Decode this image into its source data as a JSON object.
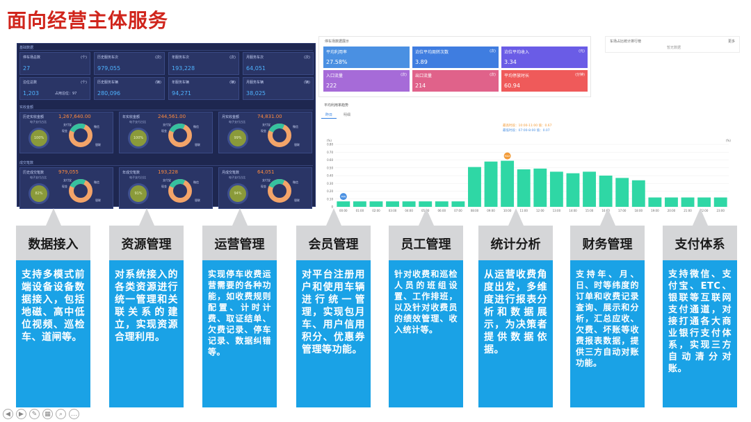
{
  "title": "面向经营主体服务",
  "dashboard": {
    "section_basic": "基础数据",
    "section_income": "实收金额",
    "section_orders": "成交笔数",
    "kpis": [
      {
        "label": "停车场总数",
        "unit": "(个)",
        "value": "27"
      },
      {
        "label": "历史服务车次",
        "unit": "(次)",
        "value": "979,055"
      },
      {
        "label": "年服务车次",
        "unit": "(次)",
        "value": "193,228"
      },
      {
        "label": "月服务车次",
        "unit": "(次)",
        "value": "64,051"
      },
      {
        "label": "泊位总数",
        "unit": "(个)",
        "value": "1,203",
        "extra": "占用泊位：97"
      },
      {
        "label": "历史服务车辆",
        "unit": "(辆)",
        "value": "280,096"
      },
      {
        "label": "年服务车辆",
        "unit": "(辆)",
        "value": "94,271"
      },
      {
        "label": "月服务车辆",
        "unit": "(辆)",
        "value": "38,025"
      }
    ],
    "income": [
      {
        "label": "历史实收金额",
        "value": "1,267,640.00",
        "sub": "电子支付占比",
        "pct": "100%"
      },
      {
        "label": "年实收金额",
        "value": "244,561.00",
        "sub": "电子支付占比",
        "pct": "100%"
      },
      {
        "label": "月实收金额",
        "value": "74,831.00",
        "sub": "电子支付占比",
        "pct": "99%"
      }
    ],
    "orders": [
      {
        "label": "历史成交笔数",
        "value": "979,055",
        "sub": "电子支付占比",
        "pct": "82%"
      },
      {
        "label": "年成交笔数",
        "value": "193,228",
        "sub": "电子支付占比",
        "pct": "91%"
      },
      {
        "label": "月成交笔数",
        "value": "64,051",
        "sub": "电子支付占比",
        "pct": "94%"
      }
    ],
    "ring_labels": [
      "支付宝",
      "微信",
      "现金",
      "银联"
    ]
  },
  "stats": {
    "header": "停车场数据展示",
    "cards": [
      {
        "label": "平均利用率",
        "unit": "",
        "value": "27.58%",
        "color": "#4a90e2"
      },
      {
        "label": "泊位平均周转次数",
        "unit": "(次)",
        "value": "3.89",
        "color": "#3f7de0"
      },
      {
        "label": "泊位平均收入",
        "unit": "(元)",
        "value": "3.34",
        "color": "#6a5ce6"
      },
      {
        "label": "入口流量",
        "unit": "(次)",
        "value": "222",
        "color": "#a66bd8"
      },
      {
        "label": "出口流量",
        "unit": "(次)",
        "value": "214",
        "color": "#e0628a"
      },
      {
        "label": "平均停放时长",
        "unit": "(分钟)",
        "value": "60.94",
        "color": "#ef5a5a"
      }
    ]
  },
  "rank": {
    "title": "车场占比统计排行榜",
    "more": "更多",
    "empty": "暂无数据"
  },
  "chart_panel": {
    "title": "平均利用率趋势",
    "tabs": [
      "昨日",
      "明细"
    ]
  },
  "chart_data": {
    "type": "bar",
    "categories": [
      "00:00",
      "01:00",
      "02:00",
      "03:00",
      "04:00",
      "05:00",
      "06:00",
      "07:00",
      "08:00",
      "09:00",
      "10:00",
      "11:00",
      "12:00",
      "13:00",
      "14:00",
      "15:00",
      "16:00",
      "17:00",
      "18:00",
      "19:00",
      "20:00",
      "21:00",
      "22:00",
      "23:00"
    ],
    "values": [
      0.07,
      0.07,
      0.07,
      0.07,
      0.07,
      0.07,
      0.07,
      0.07,
      0.51,
      0.58,
      0.59,
      0.48,
      0.49,
      0.45,
      0.43,
      0.45,
      0.4,
      0.37,
      0.34,
      0.12,
      0.12,
      0.12,
      0.12,
      0.12
    ],
    "ylim": [
      0,
      0.8
    ],
    "yticks": [
      "0.80",
      "0.70",
      "0.60",
      "0.50",
      "0.40",
      "0.30",
      "0.20",
      "0.10",
      "0"
    ],
    "yunit": "(%)",
    "max_label": "最高时段：10:00-11:00 值：0.67",
    "min_label": "最低时段：07:00-8:00 值：0.07",
    "min_marker": "MIN",
    "max_marker": "MAX",
    "color": "#2fd7a5"
  },
  "modules": [
    {
      "title": "数据接入",
      "text": "支持多模式前端设备设备数据接入，包括地磁、高中低位视频、巡检车、道闸等。"
    },
    {
      "title": "资源管理",
      "text": "对系统接入的各类资源进行统一管理和关联关系的建立，实现资源合理利用。"
    },
    {
      "title": "运营管理",
      "text": "实现停车收费运营需要的各种功能，如收费规则配置、计时计费、取证结单、欠费记录、停车记录、数据纠错等。"
    },
    {
      "title": "会员管理",
      "text": "对平台注册用户和使用车辆进行统一管理，实现包月车、用户信用积分、优惠券管理等功能。"
    },
    {
      "title": "员工管理",
      "text": "针对收费和巡检人员的班组设置、工作排班，以及针对收费员的绩效管理、收入统计等。"
    },
    {
      "title": "统计分析",
      "text": "从运营收费角度出发，多维度进行报表分析和数据展示，为决策者提供数据依据。"
    },
    {
      "title": "财务管理",
      "text": "支持年、月、日、时等纬度的订单和收费记录查询、展示和分析，汇总应收、欠费、坏账等收费报表数据，提供三方自动对账功能。"
    },
    {
      "title": "支付体系",
      "text": "支持微信、支付宝、ETC、银联等互联网支付通道，对接打通各大商业银行支付体系，实现三方自动清分对账。"
    }
  ],
  "controls": [
    "◀",
    "▶",
    "✎",
    "▦",
    "⌕",
    "…"
  ]
}
